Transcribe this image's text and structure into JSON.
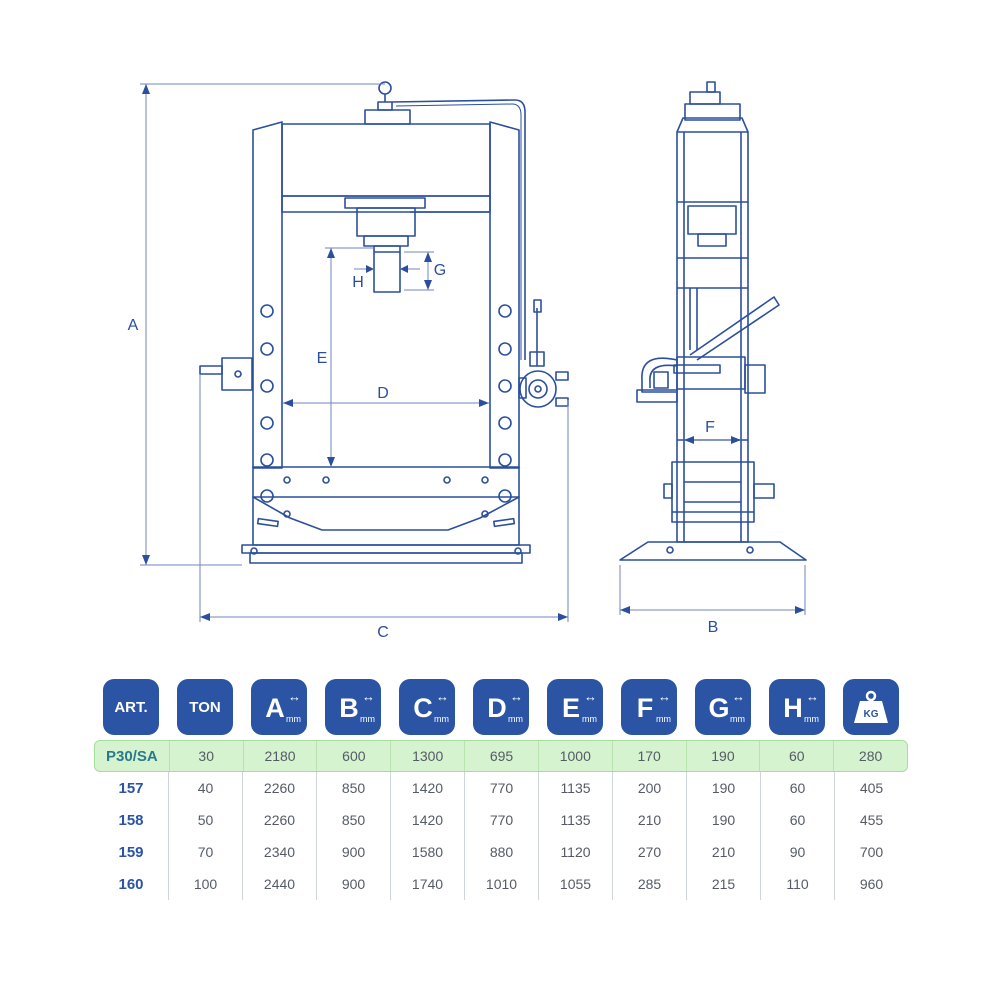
{
  "dimension_labels": {
    "A": "A",
    "B": "B",
    "C": "C",
    "D": "D",
    "E": "E",
    "F": "F",
    "G": "G",
    "H": "H"
  },
  "table": {
    "headers": [
      {
        "id": "art",
        "label": "ART.",
        "kind": "text"
      },
      {
        "id": "ton",
        "label": "TON",
        "kind": "text"
      },
      {
        "id": "a",
        "letter": "A",
        "unit": "mm",
        "kind": "dim"
      },
      {
        "id": "b",
        "letter": "B",
        "unit": "mm",
        "kind": "dim"
      },
      {
        "id": "c",
        "letter": "C",
        "unit": "mm",
        "kind": "dim"
      },
      {
        "id": "d",
        "letter": "D",
        "unit": "mm",
        "kind": "dim"
      },
      {
        "id": "e",
        "letter": "E",
        "unit": "mm",
        "kind": "dim"
      },
      {
        "id": "f",
        "letter": "F",
        "unit": "mm",
        "kind": "dim"
      },
      {
        "id": "g",
        "letter": "G",
        "unit": "mm",
        "kind": "dim"
      },
      {
        "id": "h",
        "letter": "H",
        "unit": "mm",
        "kind": "dim"
      },
      {
        "id": "kg",
        "label": "KG",
        "kind": "weight",
        "icon": "weight-icon"
      }
    ],
    "rows": [
      {
        "highlight": true,
        "cells": [
          "P30/SA",
          "30",
          "2180",
          "600",
          "1300",
          "695",
          "1000",
          "170",
          "190",
          "60",
          "280"
        ]
      },
      {
        "highlight": false,
        "cells": [
          "157",
          "40",
          "2260",
          "850",
          "1420",
          "770",
          "1135",
          "200",
          "190",
          "60",
          "405"
        ]
      },
      {
        "highlight": false,
        "cells": [
          "158",
          "50",
          "2260",
          "850",
          "1420",
          "770",
          "1135",
          "210",
          "190",
          "60",
          "455"
        ]
      },
      {
        "highlight": false,
        "cells": [
          "159",
          "70",
          "2340",
          "900",
          "1580",
          "880",
          "1120",
          "270",
          "210",
          "90",
          "700"
        ]
      },
      {
        "highlight": false,
        "cells": [
          "160",
          "100",
          "2440",
          "900",
          "1740",
          "1010",
          "1055",
          "285",
          "215",
          "110",
          "960"
        ]
      }
    ]
  },
  "colors": {
    "accent": "#2b54a4",
    "line": "#2b4f9e",
    "highlight_bg": "#d5f3cf",
    "highlight_text": "#2b7a8c"
  }
}
